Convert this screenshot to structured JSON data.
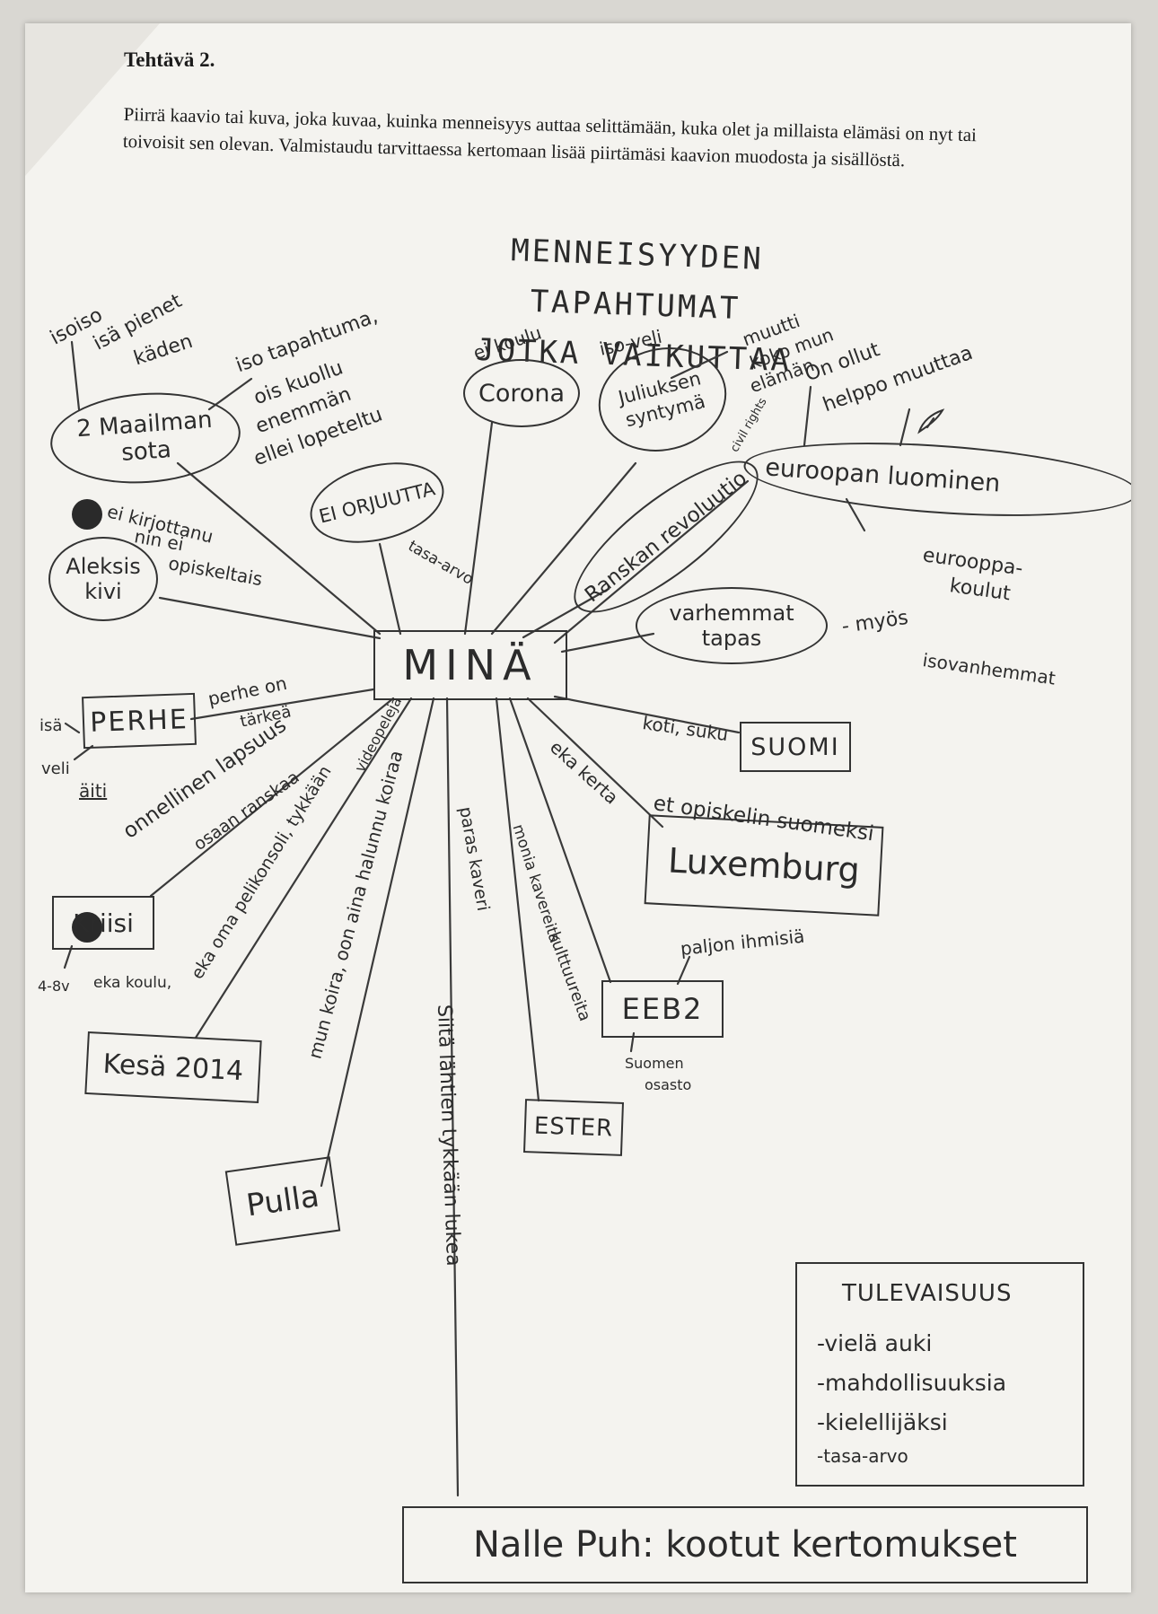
{
  "worksheet": {
    "task_title": "Tehtävä 2.",
    "task_text": "Piirrä kaavio tai kuva, joka kuvaa, kuinka menneisyys auttaa selittämään, kuka olet ja millaista elämäsi on nyt tai toivoisit sen olevan. Valmistaudu tarvittaessa kertomaan lisää piirtämäsi kaavion muodosta ja sisällöstä."
  },
  "diagram": {
    "heading_line1": "MENNEISYYDEN TAPAHTUMAT",
    "heading_line2": "JOTKA VAIKUTTAA",
    "center": "MINÄ",
    "nodes": {
      "maailmansota": "2 Maailman sota",
      "aleksis_kivi": "Aleksis kivi",
      "ei_orjuutta": "EI ORJUUTTA",
      "corona": "Corona",
      "syntyma": "Juliuksen syntymä",
      "ranskan": "Ranskan revoluutio",
      "euroopan": "euroopan luominen",
      "varhemmat": "varhemmat tapas",
      "perhe": "PERHE",
      "suomi": "SUOMI",
      "luxemburg": "Luxemburg",
      "kriisi": "Kriisi",
      "kesa": "Kesä 2014",
      "pulla": "Pulla",
      "ester": "ESTER",
      "eeb2": "EEB2"
    },
    "notes": {
      "isoisa": "isoiso",
      "isa_pienet": "isä pienet",
      "kaden": "käden",
      "iso_tapahtuma_1": "iso tapahtuma,",
      "iso_tapahtuma_2": "ois kuollu",
      "iso_tapahtuma_3": "enemmän",
      "iso_tapahtuma_4": "ellei lopeteltu",
      "ei_koulu": "ei koulu",
      "iso_veli": "iso-veli",
      "muutti_1": "muutti",
      "muutti_2": "koko mun",
      "muutti_3": "elämän",
      "on_ollut_1": "On ollut",
      "on_ollut_2": "helppo muuttaa",
      "civil_rights": "civil rights",
      "ei_kirjoittanu_1": "ei kirjottanu",
      "ei_kirjoittanu_2": "nin ei",
      "ei_kirjoittanu_3": "opiskeltais",
      "tasa_arvo": "tasa-arvo",
      "eurooppa_koulut_1": "eurooppa-",
      "eurooppa_koulut_2": "koulut",
      "myos_1": "- myös",
      "myos_2": "isovanhemmat",
      "isa": "isä",
      "veli": "veli",
      "aiti": "äiti",
      "perhe_tarkea_1": "perhe on",
      "perhe_tarkea_2": "tärkeä",
      "koti_suku": "koti, suku",
      "eka_kerta": "eka kerta",
      "et_opiskelin": "et opiskelin suomeksi",
      "onnellinen": "onnellinen lapsuus",
      "osaan_ranskaa": "osaan ranskaa",
      "videopeleja": "videopeleja",
      "pelikonsoli": "eka oma pelikonsoli, tykkään",
      "mun_koira": "mun koira, oon aina halunnu koiraa",
      "siita_lahtien": "Siitä lähtien tykkään lukea",
      "paras_kaveri": "paras kaveri",
      "monia_kavereita": "monia kavereita",
      "kulttuureita": "kulttuureita",
      "ika": "4-8v",
      "eka_koulu": "eka koulu,",
      "paljon_ihmisia": "paljon ihmisiä",
      "suomen_osasto_1": "Suomen",
      "suomen_osasto_2": "osasto"
    },
    "future": {
      "title": "TULEVAISUUS",
      "items": [
        "-vielä auki",
        "-mahdollisuuksia",
        "-kielellijäksi",
        "-tasa-arvo"
      ]
    },
    "book": "Nalle Puh: kootut kertomukset"
  }
}
